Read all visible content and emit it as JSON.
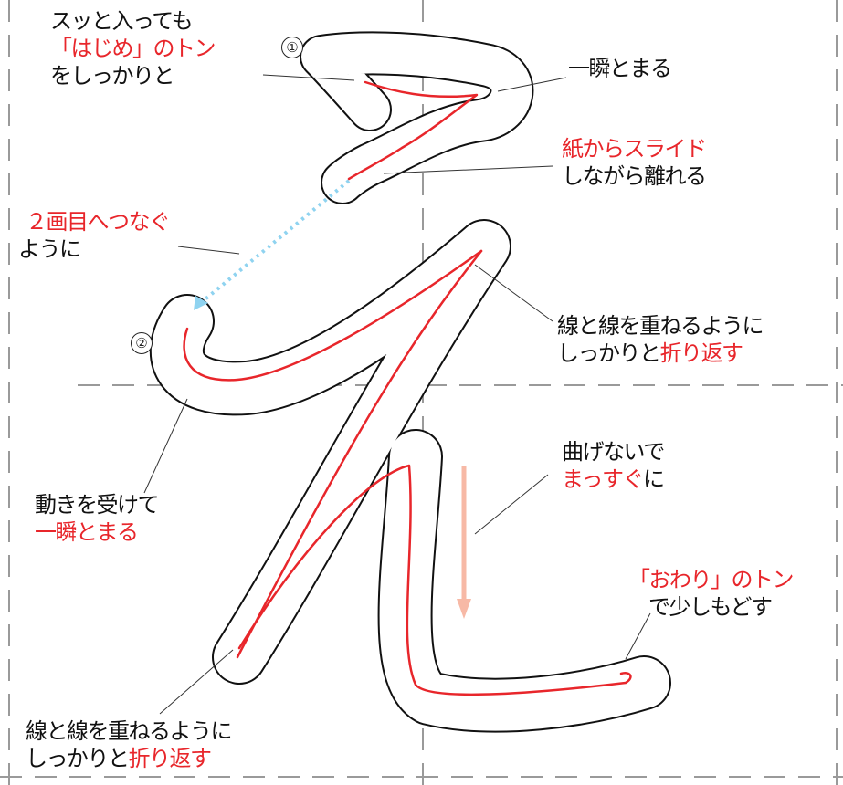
{
  "step_markers": {
    "one": "①",
    "two": "②"
  },
  "labels": {
    "intro": {
      "l1": "スッと入っても",
      "l2": "「はじめ」のトン",
      "l3": "をしっかりと"
    },
    "pause_top": {
      "l1": "一瞬とまる"
    },
    "slide": {
      "l1": "紙からスライド",
      "l2": "しながら離れる"
    },
    "connect": {
      "l1": "２画目へつなぐ",
      "l2": "ように"
    },
    "fold_upper": {
      "l1a": "線と線を重ねるように",
      "l2a": "しっかりと",
      "l2b": "折り返す"
    },
    "straight": {
      "l1": "曲げないで",
      "l2a": "まっすぐ",
      "l2b": "に"
    },
    "pause_mid": {
      "l1": "動きを受けて",
      "l2": "一瞬とまる"
    },
    "end": {
      "l1": "「おわり」のトン",
      "l2": "で少しもどす"
    },
    "fold_lower": {
      "l1a": "線と線を重ねるように",
      "l2a": "しっかりと",
      "l2b": "折り返す"
    }
  },
  "colors": {
    "red": "#e8262b",
    "arrow_blue": "#8fd3f0",
    "arrow_salmon": "#f7b9a6",
    "guide_gray": "#9a9a9a",
    "outline": "#111111"
  }
}
